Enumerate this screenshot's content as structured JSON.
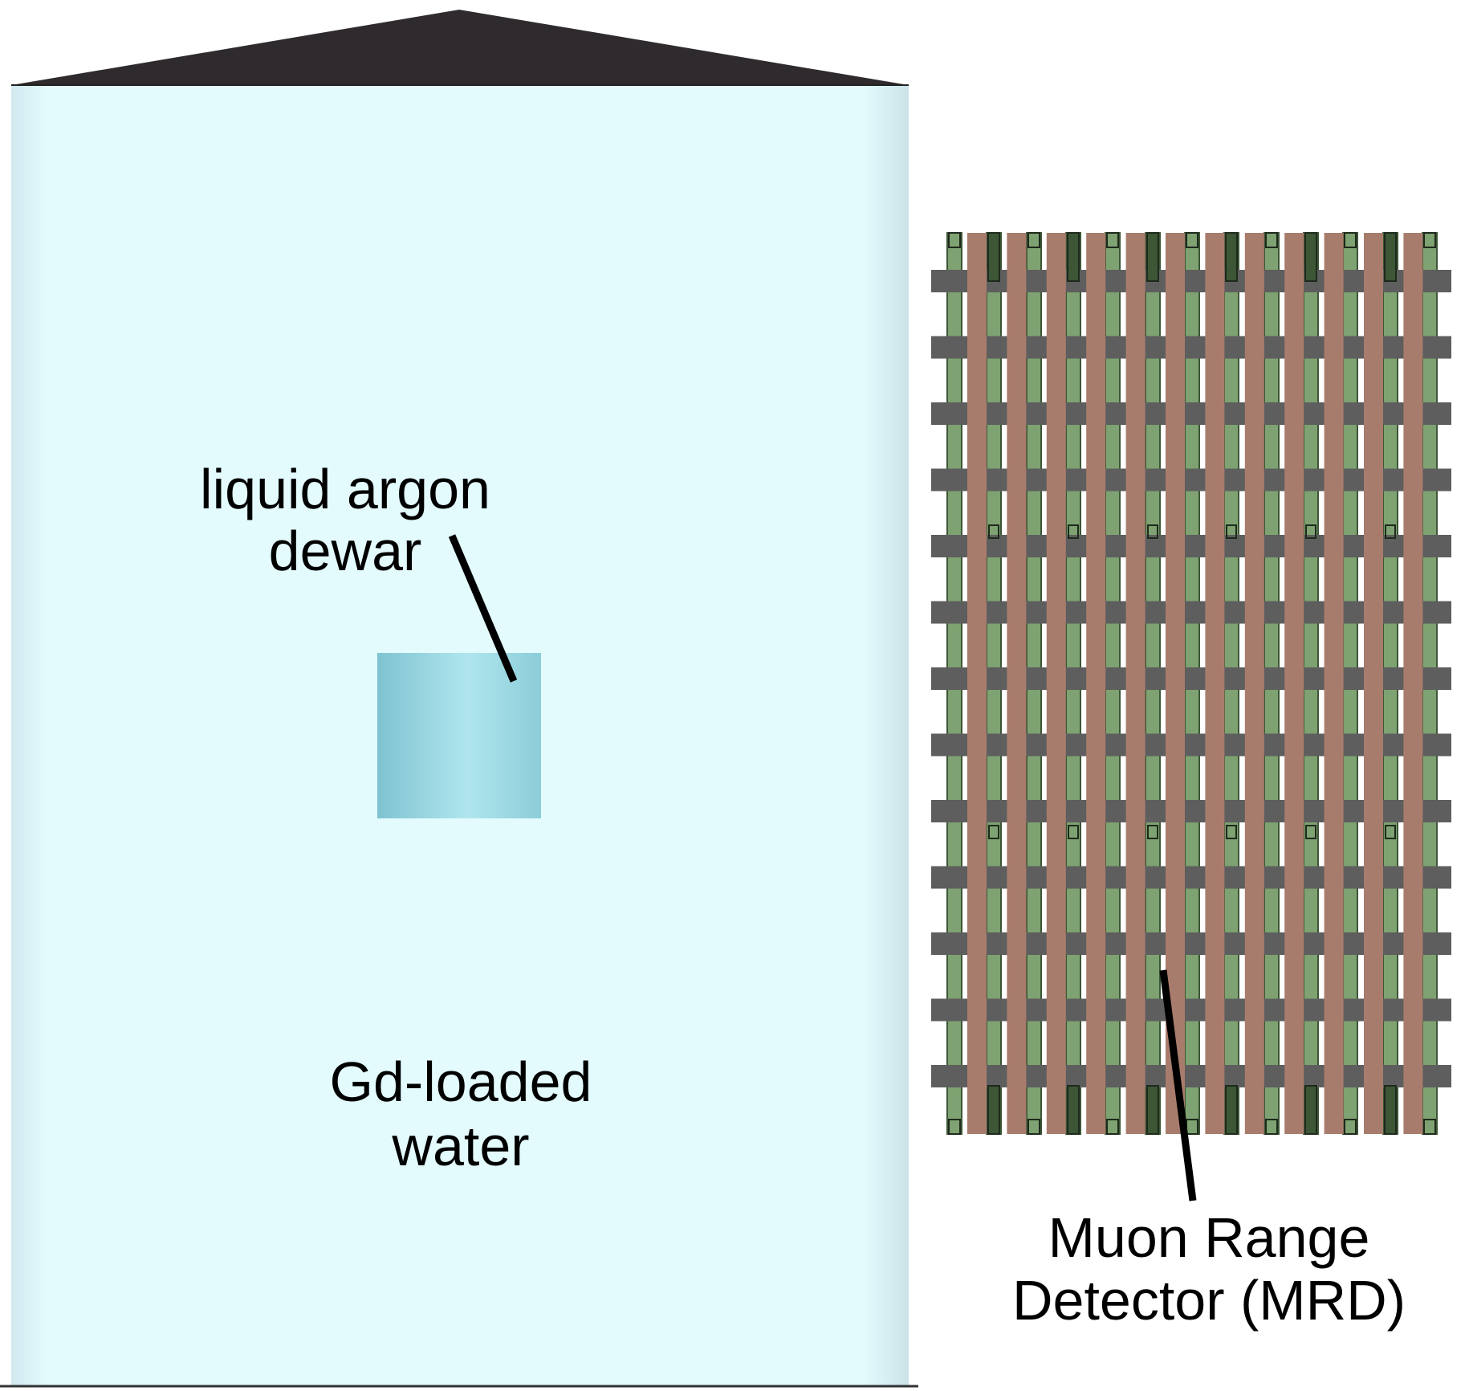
{
  "labels": {
    "dewar_line1": "liquid argon",
    "dewar_line2": "dewar",
    "water_line1": "Gd-loaded",
    "water_line2": "water",
    "mrd_line1": "Muon Range",
    "mrd_line2": "Detector (MRD)"
  },
  "colors": {
    "tank_water": "#e3fbfd",
    "tank_edge": "#c9e4ea",
    "roof": "#2e2a2e",
    "dewar_light": "#a9e4ec",
    "dewar_dark": "#86c9d6",
    "mrd_copper": "#a87c6c",
    "mrd_green": "#7ea271",
    "mrd_dark_green": "#3c5636",
    "mrd_gray": "#5e5e5e"
  }
}
